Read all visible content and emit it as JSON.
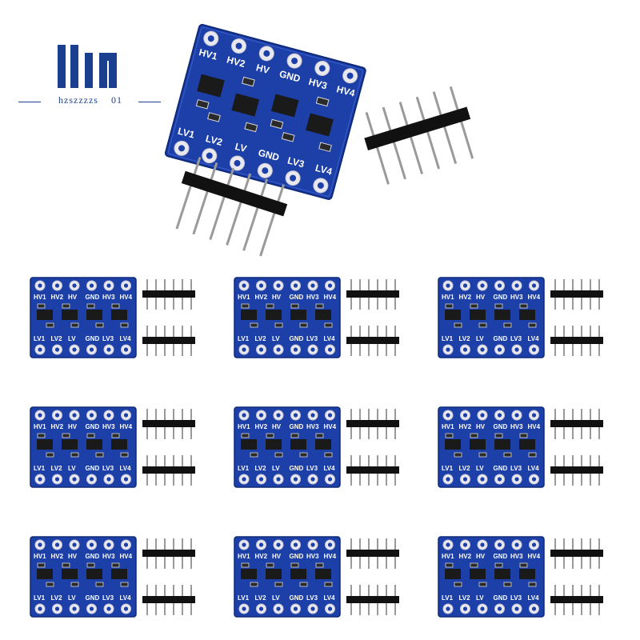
{
  "logo": {
    "text": "hzszzzzs",
    "number": "01",
    "color": "#1a3f8f"
  },
  "board": {
    "top_labels": [
      "HV1",
      "HV2",
      "HV",
      "GND",
      "HV3",
      "HV4"
    ],
    "bottom_labels": [
      "LV1",
      "LV2",
      "LV",
      "GND",
      "LV3",
      "LV4"
    ],
    "pcb_color": "#1c3fa8",
    "header_color": "#111111",
    "pin_color": "#9a9a9a"
  },
  "grid": {
    "rows": 3,
    "columns": 3
  }
}
